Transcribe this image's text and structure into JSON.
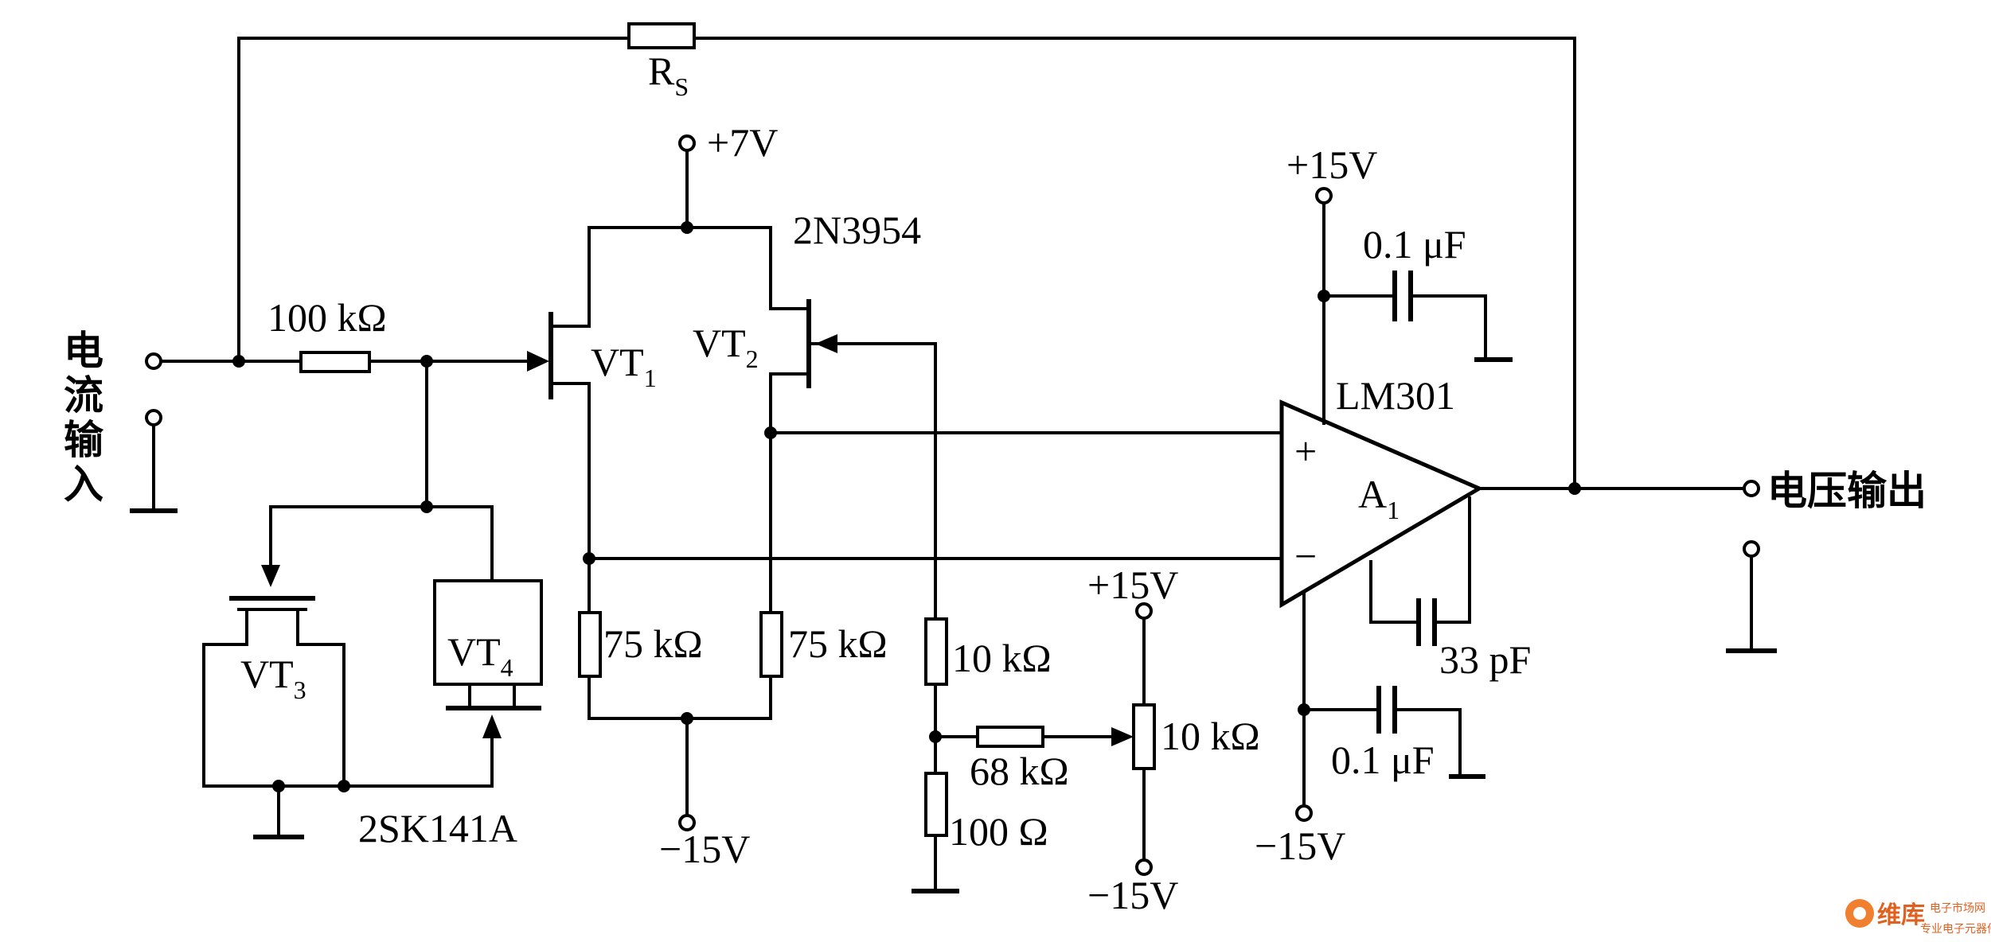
{
  "labels": {
    "rs_main": "R",
    "rs_sub": "S",
    "r_input": "100 kΩ",
    "vdd": "+7V",
    "jfet_part": "2N3954",
    "vt1_main": "VT",
    "vt1_sub": "1",
    "vt2_main": "VT",
    "vt2_sub": "2",
    "vt3_main": "VT",
    "vt3_sub": "3",
    "vt4_main": "VT",
    "vt4_sub": "4",
    "vt34_part": "2SK141A",
    "r_drain_left": "75 kΩ",
    "r_drain_right": "75 kΩ",
    "vss_diff": "−15V",
    "r_10k": "10 kΩ",
    "r_68k": "68 kΩ",
    "r_100": "100 Ω",
    "pot_top": "+15V",
    "pot_value": "10 kΩ",
    "pot_bottom": "−15V",
    "opamp_vplus": "+15V",
    "cap_top": "0.1 μF",
    "opamp_part": "LM301",
    "opamp_plus": "+",
    "opamp_minus": "−",
    "opamp_main": "A",
    "opamp_sub": "1",
    "cap_comp": "33 pF",
    "cap_bottom": "0.1 μF",
    "opamp_vminus": "−15V",
    "input_label": [
      "电",
      "流",
      "输",
      "入"
    ],
    "output_label": "电压输出"
  },
  "watermark": {
    "brand": "维库",
    "site": "电子市场网",
    "tagline": "专业电子元器件交易网站"
  }
}
